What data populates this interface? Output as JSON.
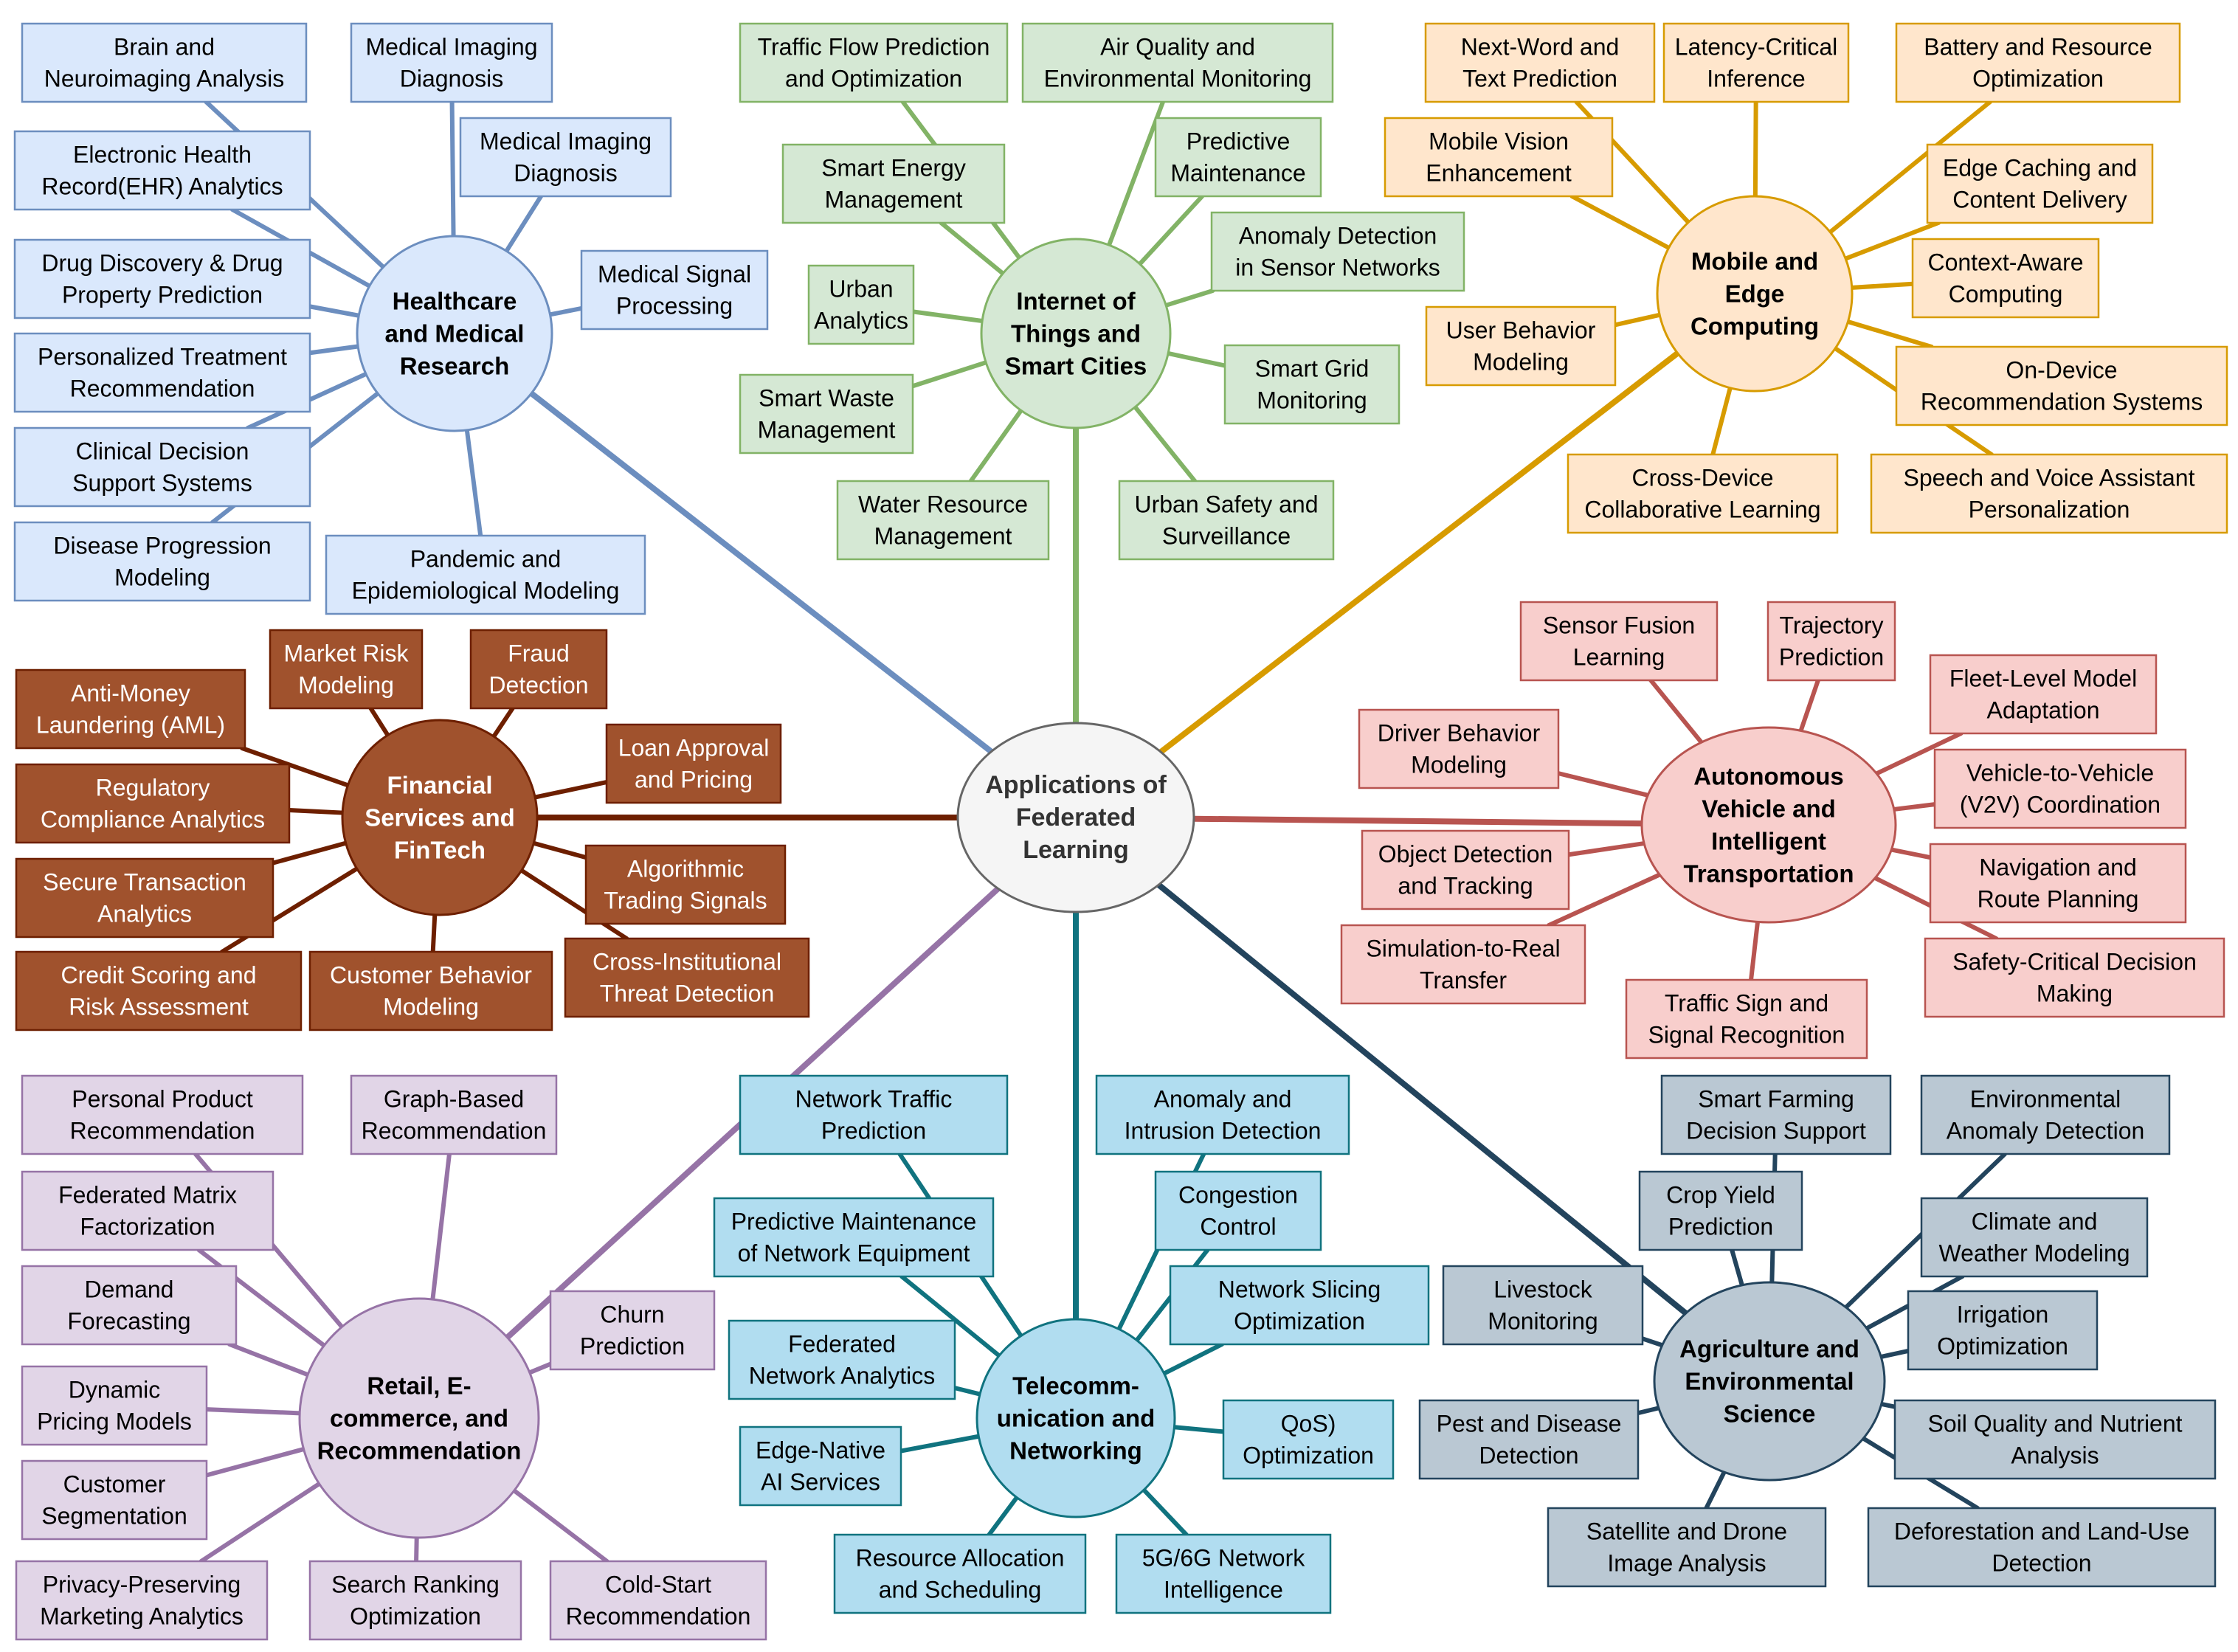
{
  "center": {
    "id": "center",
    "label": [
      "Applications of",
      "Federated",
      "Learning"
    ],
    "fill": "#f5f5f5",
    "stroke": "#666666"
  },
  "branches": [
    {
      "id": "healthcare",
      "label": [
        "Healthcare",
        "and Medical",
        "Research"
      ],
      "fill": "#dae8fc",
      "stroke": "#6c8ebf",
      "text_color": "#000000",
      "leaf_text_color": "#000000",
      "leaves": [
        [
          "Brain and",
          "Neuroimaging Analysis"
        ],
        [
          "Medical Imaging",
          "Diagnosis"
        ],
        [
          "Medical Imaging",
          "Diagnosis"
        ],
        [
          "Electronic Health",
          "Record(EHR) Analytics"
        ],
        [
          "Drug Discovery & Drug",
          "Property Prediction"
        ],
        [
          "Medical Signal",
          "Processing"
        ],
        [
          "Personalized Treatment",
          "Recommendation"
        ],
        [
          "Clinical Decision",
          "Support Systems"
        ],
        [
          "Disease Progression",
          "Modeling"
        ],
        [
          "Pandemic and",
          "Epidemiological Modeling"
        ]
      ]
    },
    {
      "id": "iot",
      "label": [
        "Internet of",
        "Things and",
        "Smart Cities"
      ],
      "fill": "#d5e8d4",
      "stroke": "#82b366",
      "text_color": "#000000",
      "leaf_text_color": "#000000",
      "leaves": [
        [
          "Traffic Flow Prediction",
          "and Optimization"
        ],
        [
          "Air Quality and",
          "Environmental Monitoring"
        ],
        [
          "Smart Energy",
          "Management"
        ],
        [
          "Predictive",
          "Maintenance"
        ],
        [
          "Anomaly Detection",
          "in Sensor Networks"
        ],
        [
          "Urban",
          "Analytics"
        ],
        [
          "Smart Grid",
          "Monitoring"
        ],
        [
          "Smart Waste",
          "Management"
        ],
        [
          "Water Resource",
          "Management"
        ],
        [
          "Urban Safety and",
          "Surveillance"
        ]
      ]
    },
    {
      "id": "mobile",
      "label": [
        "Mobile and",
        "Edge",
        "Computing"
      ],
      "fill": "#ffe6cc",
      "stroke": "#d79b00",
      "text_color": "#000000",
      "leaf_text_color": "#000000",
      "leaves": [
        [
          "Next-Word and",
          "Text Prediction"
        ],
        [
          "Latency-Critical",
          "Inference"
        ],
        [
          "Battery and Resource",
          "Optimization"
        ],
        [
          "Mobile Vision",
          "Enhancement"
        ],
        [
          "Edge Caching and",
          "Content Delivery"
        ],
        [
          "Context-Aware",
          "Computing"
        ],
        [
          "User Behavior",
          "Modeling"
        ],
        [
          "On-Device",
          "Recommendation Systems"
        ],
        [
          "Cross-Device",
          "Collaborative Learning"
        ],
        [
          "Speech and Voice Assistant",
          "Personalization"
        ]
      ]
    },
    {
      "id": "finance",
      "label": [
        "Financial",
        "Services and",
        "FinTech"
      ],
      "fill": "#a0522d",
      "stroke": "#6d1f00",
      "text_color": "#ffffff",
      "leaf_text_color": "#ffffff",
      "leaves": [
        [
          "Market Risk",
          "Modeling"
        ],
        [
          "Fraud",
          "Detection"
        ],
        [
          "Anti-Money",
          "Laundering (AML)"
        ],
        [
          "Loan Approval",
          "and Pricing"
        ],
        [
          "Regulatory",
          "Compliance Analytics"
        ],
        [
          "Algorithmic",
          "Trading Signals"
        ],
        [
          "Secure Transaction",
          "Analytics"
        ],
        [
          "Cross-Institutional",
          "Threat Detection"
        ],
        [
          "Credit Scoring and",
          "Risk Assessment"
        ],
        [
          "Customer Behavior",
          "Modeling"
        ]
      ]
    },
    {
      "id": "autonomous",
      "label": [
        "Autonomous",
        "Vehicle and",
        "Intelligent",
        "Transportation"
      ],
      "fill": "#f8cecc",
      "stroke": "#b85450",
      "text_color": "#000000",
      "leaf_text_color": "#000000",
      "leaves": [
        [
          "Sensor Fusion",
          "Learning"
        ],
        [
          "Trajectory",
          "Prediction"
        ],
        [
          "Fleet-Level Model",
          "Adaptation"
        ],
        [
          "Driver Behavior",
          "Modeling"
        ],
        [
          "Vehicle-to-Vehicle",
          "(V2V) Coordination"
        ],
        [
          "Object Detection",
          "and Tracking"
        ],
        [
          "Navigation and",
          "Route Planning"
        ],
        [
          "Simulation-to-Real",
          "Transfer"
        ],
        [
          "Safety-Critical Decision",
          "Making"
        ],
        [
          "Traffic Sign and",
          "Signal Recognition"
        ]
      ]
    },
    {
      "id": "retail",
      "label": [
        "Retail, E-",
        "commerce, and",
        "Recommendation"
      ],
      "fill": "#e1d5e7",
      "stroke": "#9673a6",
      "text_color": "#000000",
      "leaf_text_color": "#000000",
      "leaves": [
        [
          "Personal Product",
          "Recommendation"
        ],
        [
          "Graph-Based",
          "Recommendation"
        ],
        [
          "Federated Matrix",
          "Factorization"
        ],
        [
          "Churn",
          "Prediction"
        ],
        [
          "Demand",
          "Forecasting"
        ],
        [
          "Dynamic",
          "Pricing Models"
        ],
        [
          "Customer",
          "Segmentation"
        ],
        [
          "Privacy-Preserving",
          "Marketing Analytics"
        ],
        [
          "Search Ranking",
          "Optimization"
        ],
        [
          "Cold-Start",
          "Recommendation"
        ]
      ]
    },
    {
      "id": "telecom",
      "label": [
        "Telecomm-",
        "unication and",
        "Networking"
      ],
      "fill": "#b1ddf0",
      "stroke": "#10737f",
      "text_color": "#000000",
      "leaf_text_color": "#000000",
      "leaves": [
        [
          "Network Traffic",
          "Prediction"
        ],
        [
          "Anomaly and",
          "Intrusion Detection"
        ],
        [
          "Congestion",
          "Control"
        ],
        [
          "Predictive Maintenance",
          "of Network Equipment"
        ],
        [
          "Network Slicing",
          "Optimization"
        ],
        [
          "Federated",
          "Network Analytics"
        ],
        [
          "QoS)",
          "Optimization"
        ],
        [
          "Edge-Native",
          "AI Services"
        ],
        [
          "Resource Allocation",
          "and Scheduling"
        ],
        [
          "5G/6G Network",
          "Intelligence"
        ]
      ]
    },
    {
      "id": "agriculture",
      "label": [
        "Agriculture and",
        "Environmental",
        "Science"
      ],
      "fill": "#bac8d3",
      "stroke": "#23445d",
      "text_color": "#000000",
      "leaf_text_color": "#000000",
      "leaves": [
        [
          "Smart Farming",
          "Decision Support"
        ],
        [
          "Environmental",
          "Anomaly Detection"
        ],
        [
          "Crop Yield",
          "Prediction"
        ],
        [
          "Climate and",
          "Weather Modeling"
        ],
        [
          "Livestock",
          "Monitoring"
        ],
        [
          "Irrigation",
          "Optimization"
        ],
        [
          "Pest and Disease",
          "Detection"
        ],
        [
          "Soil Quality and Nutrient",
          "Analysis"
        ],
        [
          "Satellite and Drone",
          "Image Analysis"
        ],
        [
          "Deforestation and Land-Use",
          "Detection"
        ]
      ]
    }
  ]
}
